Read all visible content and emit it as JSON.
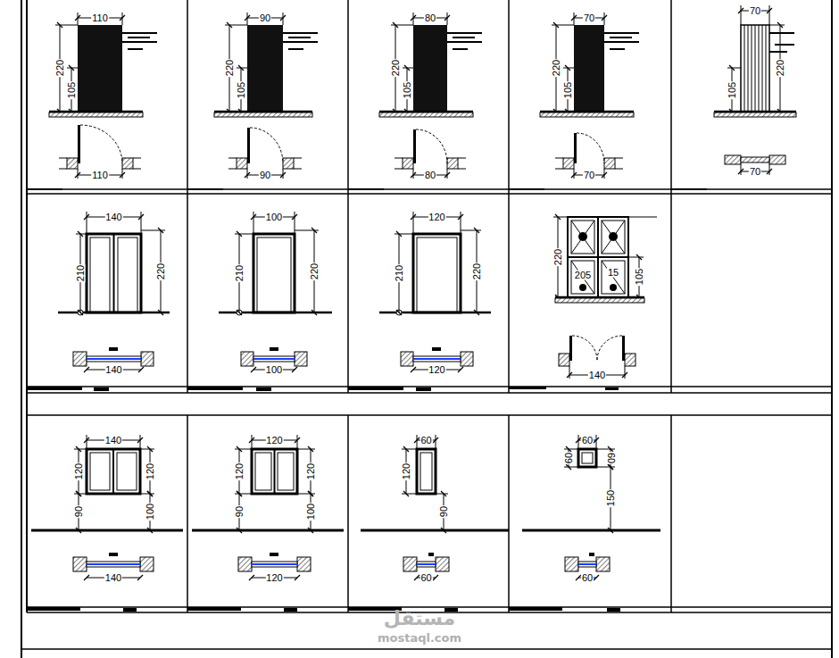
{
  "diagram": {
    "labels": [
      "110",
      "220",
      "105",
      "110",
      "90",
      "220",
      "105",
      "90",
      "80",
      "220",
      "105",
      "80",
      "70",
      "220",
      "105",
      "70",
      "70",
      "220",
      "105",
      "70",
      "140",
      "210",
      "220",
      "140",
      "100",
      "210",
      "220",
      "100",
      "120",
      "210",
      "220",
      "120",
      "220",
      "205",
      "15",
      "105",
      "140",
      "140",
      "120",
      "90",
      "120",
      "100",
      "140",
      "120",
      "120",
      "90",
      "120",
      "100",
      "120",
      "60",
      "120",
      "90",
      "60",
      "60",
      "60",
      "60",
      "150",
      "60",
      "مستقل",
      "mostaql.com"
    ]
  }
}
